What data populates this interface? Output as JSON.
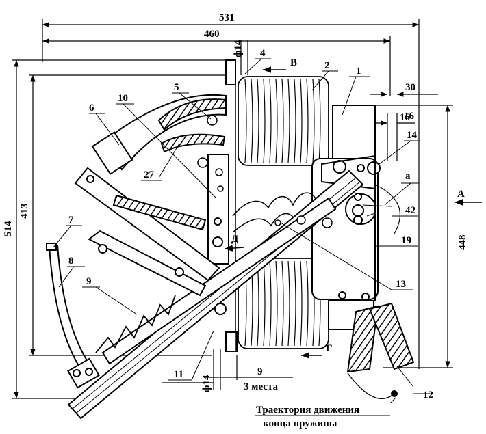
{
  "dimensions": {
    "overall_width": "531",
    "inner_width": "460",
    "overall_height": "514",
    "inner_height": "413",
    "right_height": "448",
    "right_offset_30": "30",
    "right_offset_16": "16",
    "hole_dia_top": "ф14",
    "hole_dia_bottom": "ф14",
    "bottom_offset": "9",
    "bottom_note": "3 места"
  },
  "views": {
    "view_a": "А",
    "view_b": "В",
    "view_g": "Г",
    "view_d": "Д",
    "angle_a": "а"
  },
  "callouts": [
    "1",
    "2",
    "4",
    "5",
    "6",
    "7",
    "8",
    "9",
    "10",
    "11",
    "12",
    "13",
    "14",
    "16",
    "19",
    "27",
    "42"
  ],
  "note": {
    "line1": "Траектория движения",
    "line2": "конца пружины"
  }
}
